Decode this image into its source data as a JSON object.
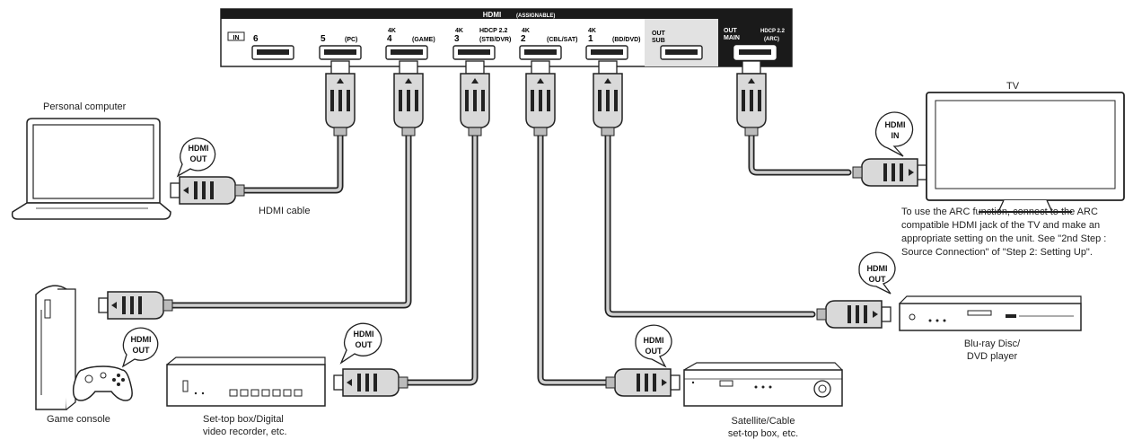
{
  "receiver": {
    "header": "HDMI",
    "header_sub": "(ASSIGNABLE)",
    "in_tag": "IN",
    "ports": [
      {
        "num": "6",
        "name": "",
        "badge": ""
      },
      {
        "num": "5",
        "name": "(PC)",
        "badge": ""
      },
      {
        "num": "4",
        "name": "(GAME)",
        "badge": "4K"
      },
      {
        "num": "3",
        "name": "(STB/DVR)",
        "badge": "4K",
        "hdcp": "HDCP 2.2"
      },
      {
        "num": "2",
        "name": "(CBL/SAT)",
        "badge": "4K"
      },
      {
        "num": "1",
        "name": "(BD/DVD)",
        "badge": "4K"
      }
    ],
    "out_sub": {
      "line1": "OUT",
      "line2": "SUB"
    },
    "out_main": {
      "line1": "OUT",
      "line2": "MAIN",
      "hdcp": "HDCP 2.2",
      "arc": "(ARC)"
    }
  },
  "bubble": {
    "hdmi": "HDMI",
    "out": "OUT",
    "in": "IN"
  },
  "labels": {
    "pc": "Personal computer",
    "hdmi_cable": "HDMI cable",
    "tv": "TV",
    "tv_note": [
      "To use the ARC function, connect to the ARC",
      "compatible HDMI jack of the TV and make an",
      "appropriate setting on the unit. See \"2nd Step :",
      "Source Connection\" of \"Step 2: Setting Up\"."
    ],
    "bluray": [
      "Blu-ray Disc/",
      "DVD player"
    ],
    "game": "Game console",
    "stb": [
      "Set-top box/Digital",
      "video recorder, etc."
    ],
    "sat": [
      "Satellite/Cable",
      "set-top box, etc."
    ]
  },
  "colors": {
    "ink": "#222222",
    "panel": "#1a1a1a",
    "cable_fill": "#cccccc",
    "connector": "#d9d9d9"
  }
}
